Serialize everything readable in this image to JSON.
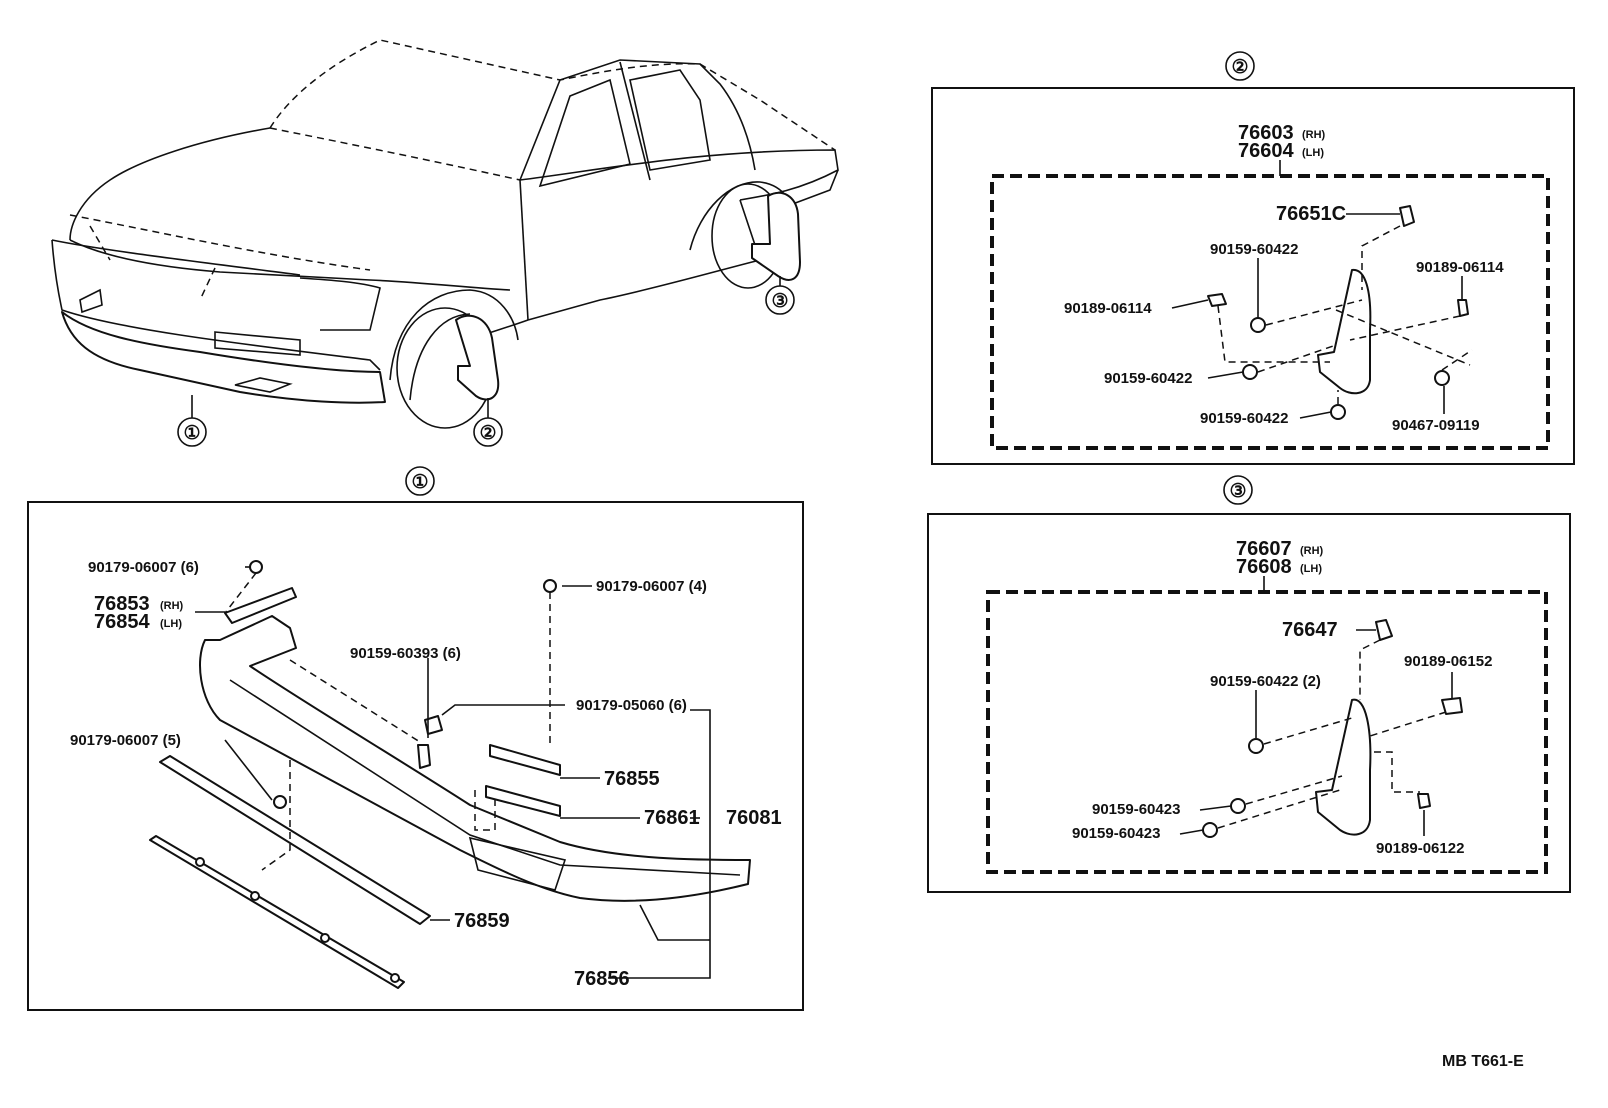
{
  "overview": {
    "callouts": [
      "①",
      "②",
      "③"
    ]
  },
  "section1": {
    "title": "①",
    "labels": {
      "c1": "90179-06007 (6)",
      "c2": "90179-06007 (4)",
      "p1": "76853",
      "p1s": "(RH)",
      "p2": "76854",
      "p2s": "(LH)",
      "b1": "90159-60393 (6)",
      "c3": "90179-05060 (6)",
      "c4": "90179-06007 (5)",
      "p3": "76855",
      "p4": "76861",
      "p5": "76081",
      "p6": "76859",
      "p7": "76856"
    }
  },
  "section2": {
    "title": "②",
    "labels": {
      "h1": "76603",
      "h1s": "(RH)",
      "h2": "76604",
      "h2s": "(LH)",
      "p1": "76651C",
      "s1": "90159-60422",
      "r1": "90189-06114",
      "r2": "90189-06114",
      "s2": "90159-60422",
      "s3": "90159-60422",
      "b1": "90467-09119"
    }
  },
  "section3": {
    "title": "③",
    "labels": {
      "h1": "76607",
      "h1s": "(RH)",
      "h2": "76608",
      "h2s": "(LH)",
      "p1": "76647",
      "s1": "90159-60422 (2)",
      "r1": "90189-06152",
      "s2": "90159-60423",
      "s3": "90159-60423",
      "r2": "90189-06122"
    }
  },
  "footer": {
    "ref": "MB T661-E"
  }
}
